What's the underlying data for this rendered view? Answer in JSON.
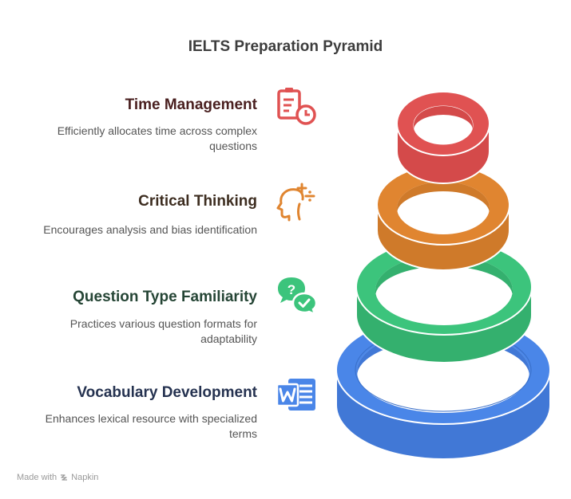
{
  "title": "IELTS Preparation Pyramid",
  "items": [
    {
      "title": "Time Management",
      "desc": "Efficiently allocates time across complex questions",
      "icon": "clipboard-clock-icon",
      "color": "#e05252",
      "text_color": "#4a2020"
    },
    {
      "title": "Critical Thinking",
      "desc": "Encourages analysis and bias identification",
      "icon": "head-thinking-icon",
      "color": "#e08530",
      "text_color": "#3d2d20"
    },
    {
      "title": "Question Type Familiarity",
      "desc": "Practices various question formats for adaptability",
      "icon": "chat-question-check-icon",
      "color": "#3cc47c",
      "text_color": "#254535"
    },
    {
      "title": "Vocabulary Development",
      "desc": "Enhances lexical resource with specialized terms",
      "icon": "word-document-icon",
      "color": "#4a86e8",
      "text_color": "#253250"
    }
  ],
  "footer": {
    "made_with": "Made with",
    "brand": "Napkin"
  }
}
